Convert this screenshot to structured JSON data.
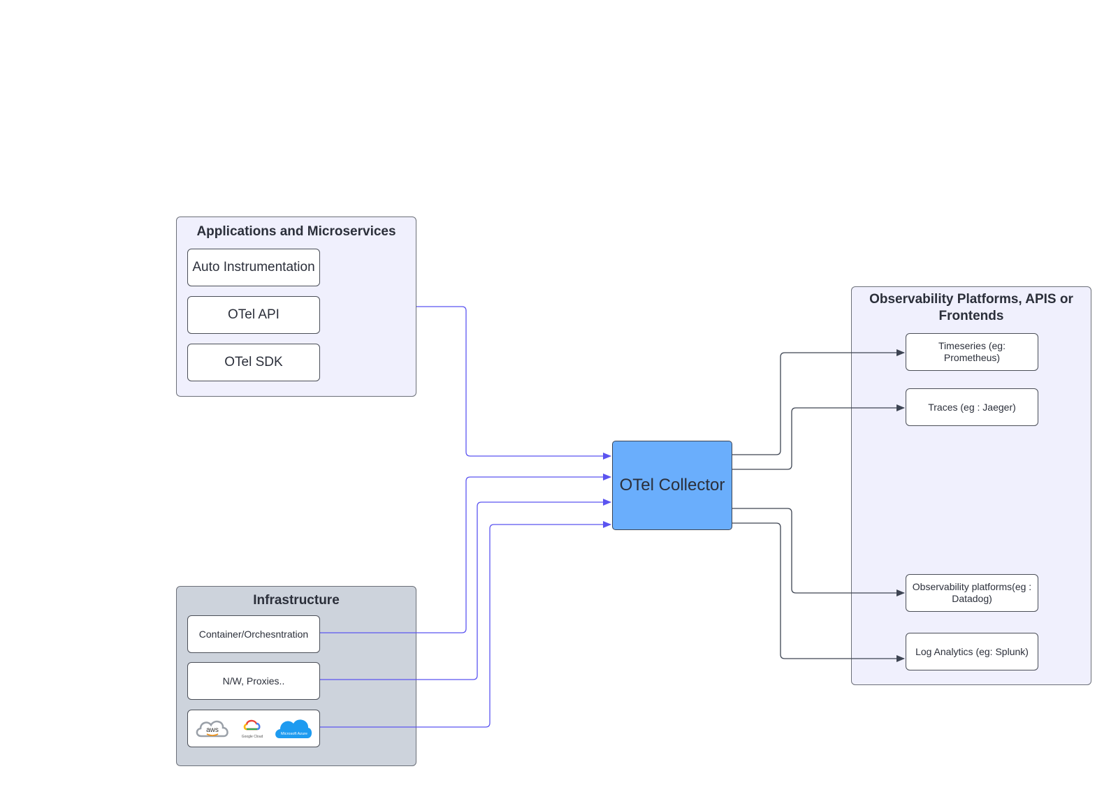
{
  "applications": {
    "title": "Applications and Microservices",
    "items": [
      "Auto Instrumentation",
      "OTel API",
      "OTel SDK"
    ]
  },
  "infrastructure": {
    "title": "Infrastructure",
    "items": [
      "Container/Orchesntration",
      "N/W, Proxies.."
    ],
    "cloud_logos": [
      {
        "name": "aws",
        "text": "aws"
      },
      {
        "name": "google-cloud",
        "text": "Google Cloud"
      },
      {
        "name": "microsoft-azure",
        "text": "Microsoft Azure"
      }
    ]
  },
  "collector": {
    "label": "OTel Collector"
  },
  "observability": {
    "title": "Observability Platforms, APIS or Frontends",
    "items": [
      "Timeseries (eg: Prometheus)",
      "Traces (eg : Jaeger)",
      "Observability platforms(eg : Datadog)",
      "Log Analytics (eg: Splunk)"
    ]
  },
  "colors": {
    "incoming_arrow": "#5b54f0",
    "outgoing_arrow": "#3d4452",
    "collector_fill": "#6aaefc",
    "group_light": "#f0f0fd",
    "group_gray": "#cdd3dc"
  }
}
